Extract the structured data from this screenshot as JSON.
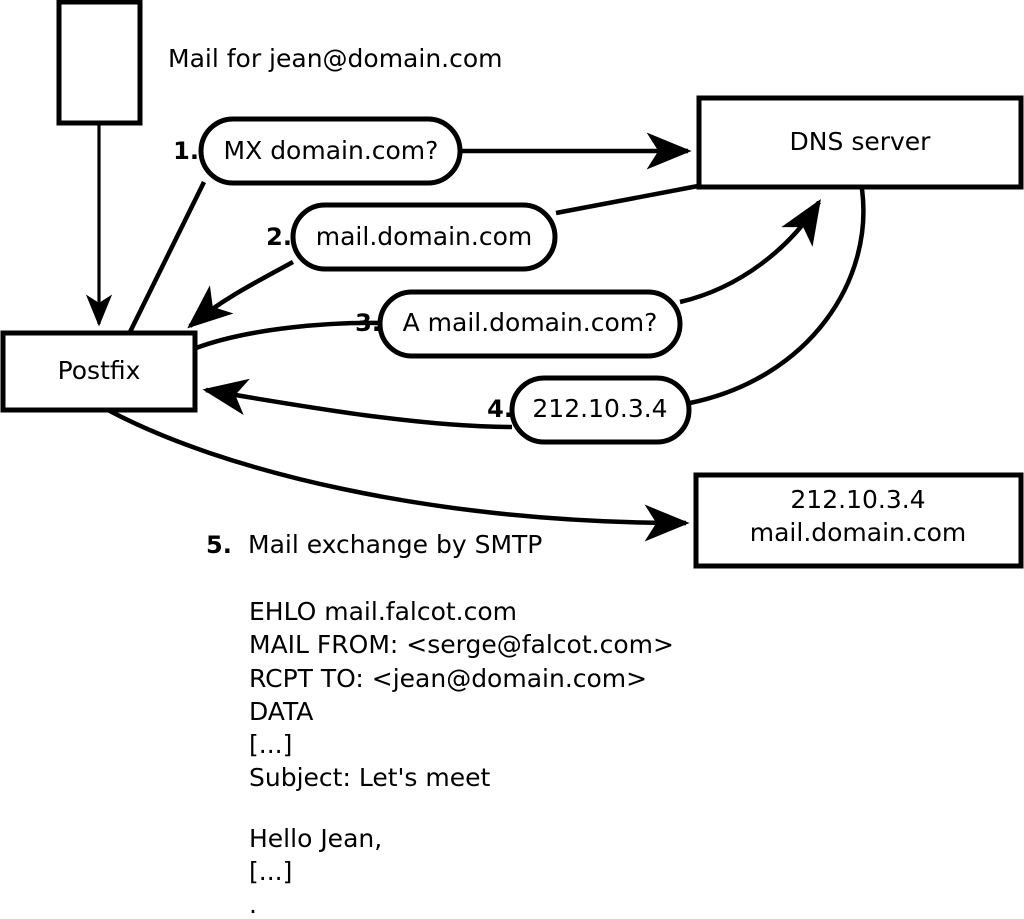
{
  "diagram": {
    "title_note": "Mail for jean@domain.com",
    "nodes": {
      "sender": {
        "label": ""
      },
      "postfix": {
        "label": "Postfix"
      },
      "dns": {
        "label": "DNS server"
      },
      "target_line1": "212.10.3.4",
      "target_line2": "mail.domain.com"
    },
    "steps": [
      {
        "num": "1.",
        "label": "MX domain.com?"
      },
      {
        "num": "2.",
        "label": "mail.domain.com"
      },
      {
        "num": "3.",
        "label": "A mail.domain.com?"
      },
      {
        "num": "4.",
        "label": "212.10.3.4"
      }
    ],
    "step5": {
      "num": "5.",
      "label": "Mail exchange by SMTP"
    },
    "transcript": [
      "EHLO mail.falcot.com",
      "MAIL FROM: <serge@falcot.com>",
      "RCPT TO: <jean@domain.com>",
      "DATA",
      "[...]",
      "Subject: Let's meet",
      "",
      "Hello Jean,",
      "[...]",
      "."
    ]
  },
  "colors": {
    "stroke": "#000000",
    "fill": "#ffffff",
    "text": "#000000"
  }
}
